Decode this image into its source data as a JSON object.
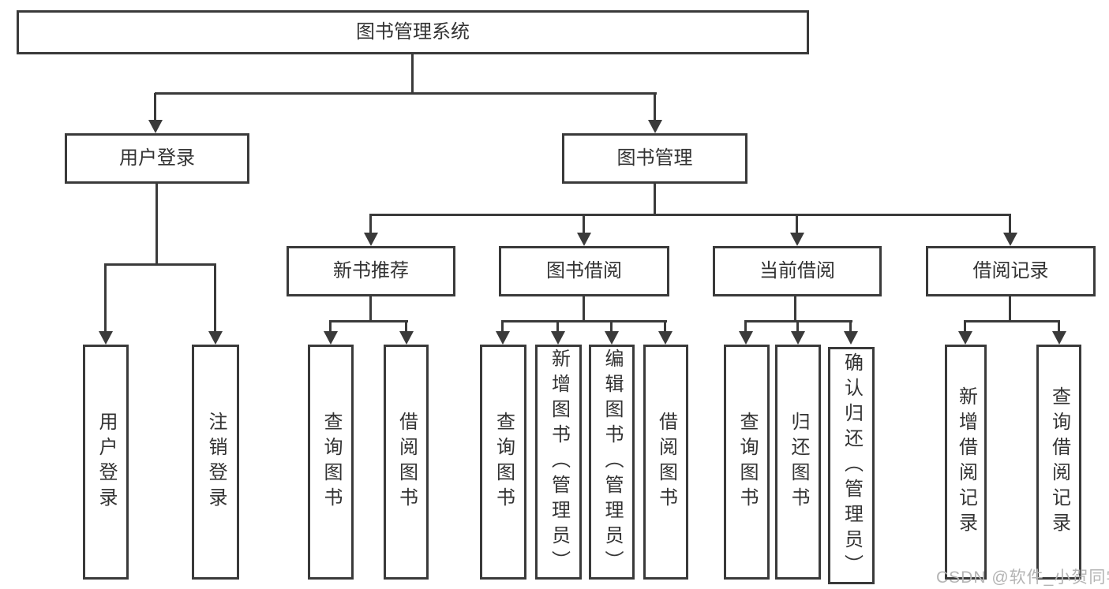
{
  "diagram_type": "hierarchy-tree",
  "colors": {
    "line": "#3a3a3a",
    "box_border": "#3a3a3a",
    "text": "#333333",
    "background": "#ffffff",
    "watermark": "#b4b4b4"
  },
  "tree": {
    "label": "图书管理系统",
    "children": [
      {
        "label": "用户登录",
        "children": [
          "用户登录",
          "注销登录"
        ]
      },
      {
        "label": "图书管理",
        "children": [
          {
            "label": "新书推荐",
            "children": [
              "查询图书",
              "借阅图书"
            ]
          },
          {
            "label": "图书借阅",
            "children": [
              "查询图书",
              "新增图书（管理员）",
              "编辑图书（管理员）",
              "借阅图书"
            ]
          },
          {
            "label": "当前借阅",
            "children": [
              "查询图书",
              "归还图书",
              "确认归还（管理员）"
            ]
          },
          {
            "label": "借阅记录",
            "children": [
              "新增借阅记录",
              "查询借阅记录"
            ]
          }
        ]
      }
    ]
  },
  "watermark": {
    "text": "CSDN @软件_小贺同学"
  }
}
